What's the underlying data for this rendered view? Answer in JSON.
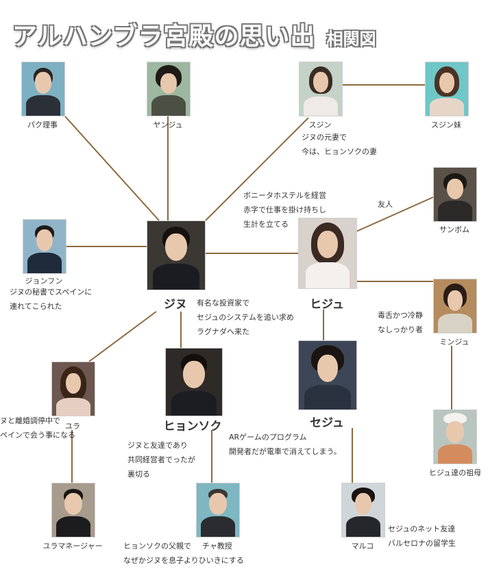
{
  "title": "アルハンブラ宮殿の思い出",
  "subtitle": "相関図",
  "characters": {
    "park": {
      "name": "パク理事"
    },
    "yanju": {
      "name": "ヤンジュ"
    },
    "sujin": {
      "name": "スジン",
      "notes": [
        "ジヌの元妻で",
        "今は、ヒョンソクの妻"
      ]
    },
    "sujin_sister": {
      "name": "スジン妹"
    },
    "sanbom": {
      "name": "サンボム",
      "relation": "友人"
    },
    "jonfun": {
      "name": "ジョンフン",
      "notes": [
        "ジヌの秘書でスペインに",
        "連れてこられた"
      ]
    },
    "jinu": {
      "name": "ジヌ",
      "notes": [
        "有名な投資家で",
        "セジュのシステムを追い求め",
        "ラグナダへ来た"
      ]
    },
    "hiju": {
      "name": "ヒジュ",
      "notes": [
        "ボニータホステルを経営",
        "赤字で仕事を掛け持ちし",
        "生計を立てる"
      ]
    },
    "minju": {
      "name": "ミンジュ",
      "notes": [
        "毒舌かつ冷静",
        "なしっかり者"
      ]
    },
    "yura": {
      "name": "ユラ",
      "notes": [
        "ヌと離婚調停中で",
        "ペインで会う事になる"
      ]
    },
    "hyonsok": {
      "name": "ヒョンソク",
      "notes": [
        "ジヌと友達であり",
        "共同経営者でったが",
        "裏切る"
      ]
    },
    "seju": {
      "name": "セジュ",
      "notes": [
        "ARゲームのプログラム",
        "開発者だが電車で消えてしまう。"
      ]
    },
    "grandmother": {
      "name": "ヒジュ達の祖母"
    },
    "yura_manager": {
      "name": "ユラマネージャー"
    },
    "cha": {
      "name": "チャ教授",
      "notes": [
        "ヒョンソクの父親で",
        "なぜかジヌを息子よりひいきにする"
      ]
    },
    "maruko": {
      "name": "マルコ",
      "notes": [
        "セジュのネット友達",
        "バルセロナの留学生"
      ]
    }
  },
  "colors": {
    "line": "#8b6a3e",
    "text": "#333333"
  }
}
